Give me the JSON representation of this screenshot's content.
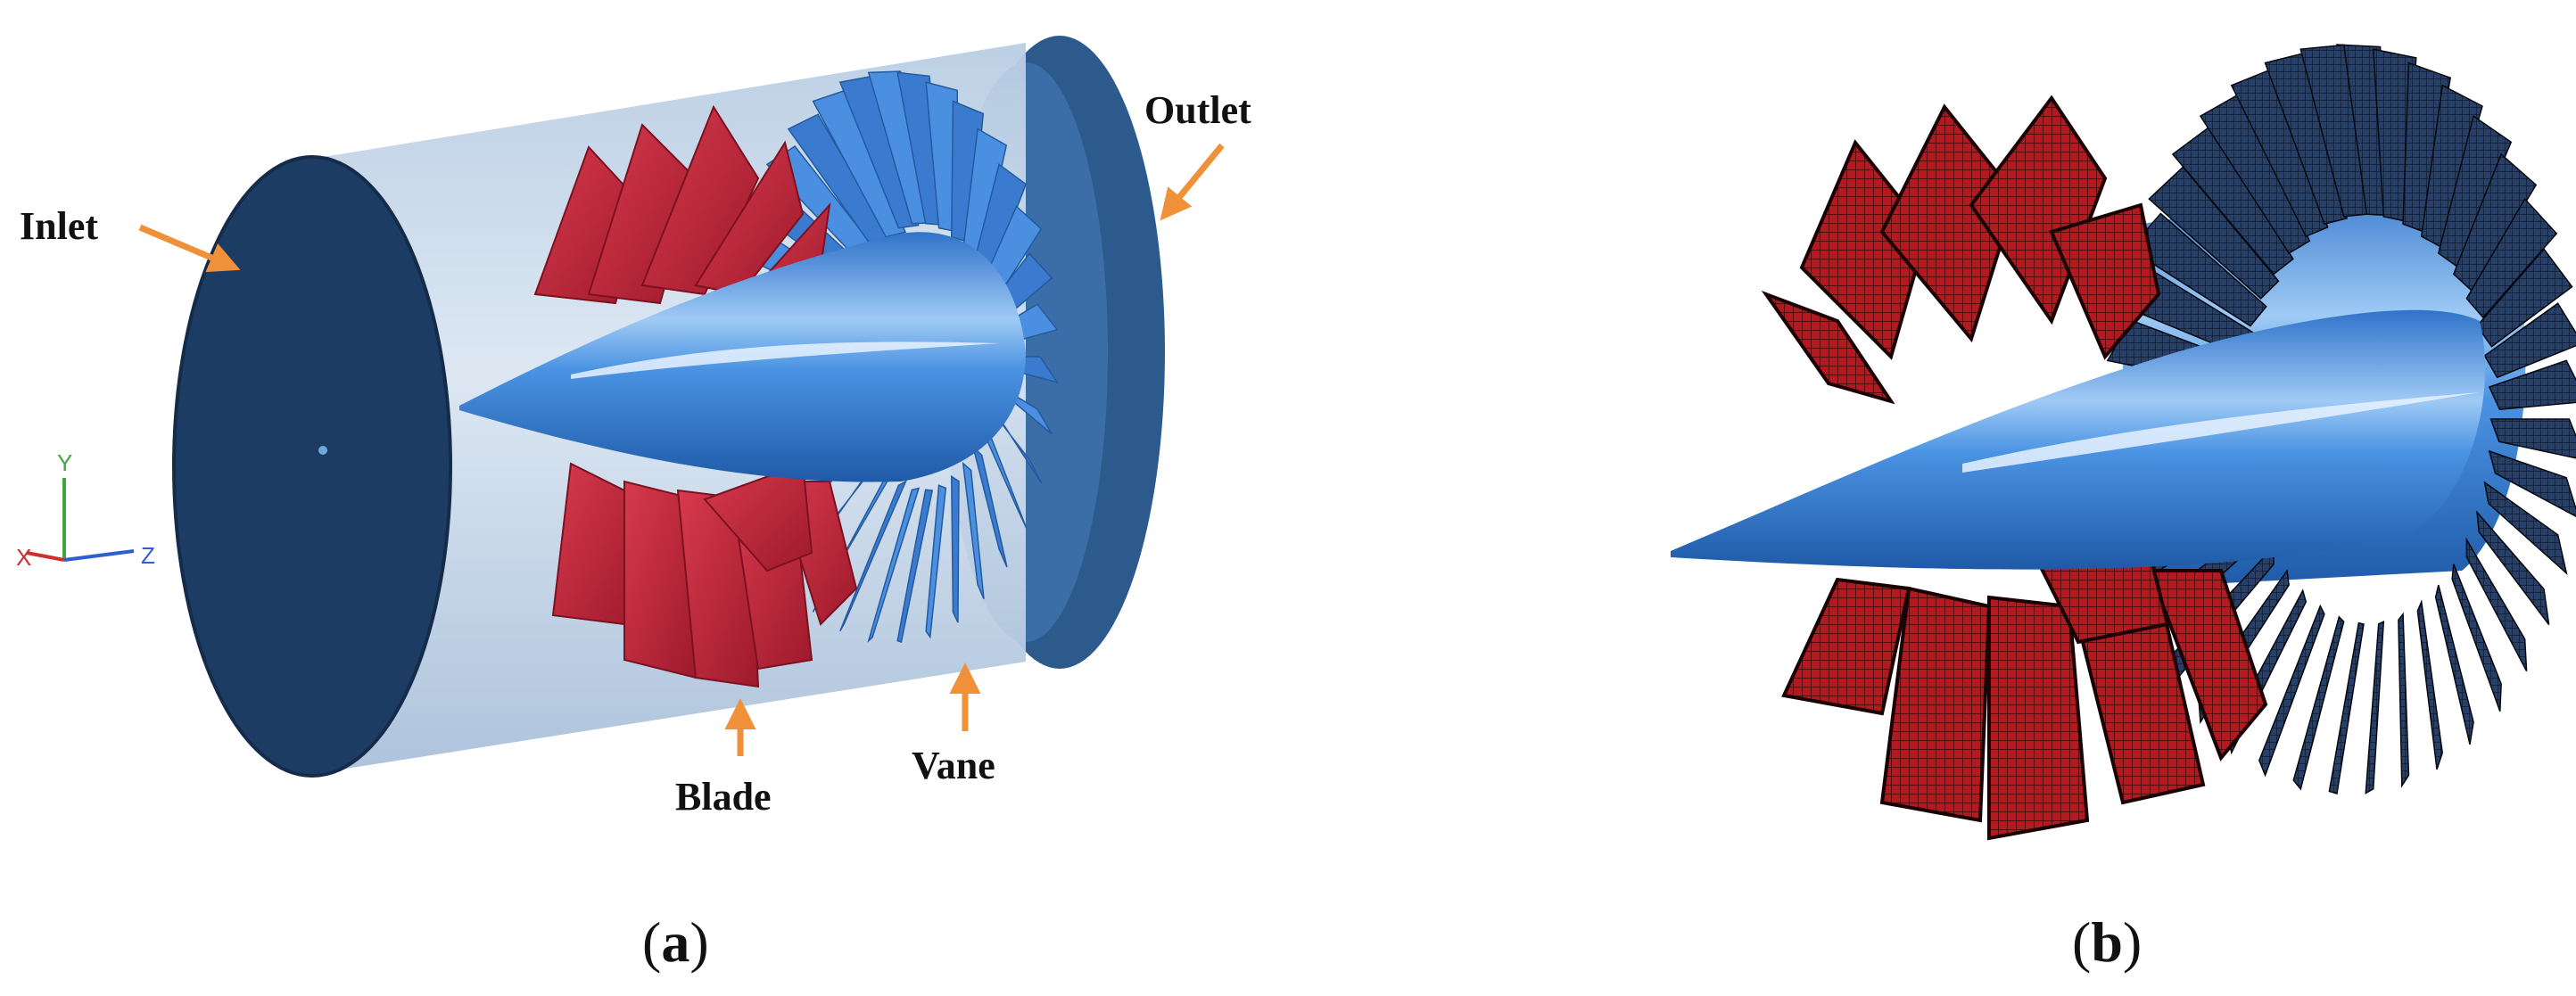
{
  "panel_a": {
    "labels": {
      "inlet": "Inlet",
      "outlet": "Outlet",
      "blade": "Blade",
      "vane": "Vane"
    },
    "axes": {
      "y": "Y",
      "z": "Z",
      "x": "X"
    },
    "caption": {
      "open": "(",
      "letter": "a",
      "close": ")"
    }
  },
  "panel_b": {
    "caption": {
      "open": "(",
      "letter": "b",
      "close": ")"
    }
  },
  "colors": {
    "casing_dark": "#1d3f66",
    "casing_light": "#c9d9ea",
    "hub_blue": "#3d86dd",
    "blade_red": "#c0283b",
    "vane_blue": "#4a8fe0",
    "arrow_orange": "#f0913a",
    "mesh_red": "#b01c22",
    "mesh_dark": "#1c2f4a"
  }
}
